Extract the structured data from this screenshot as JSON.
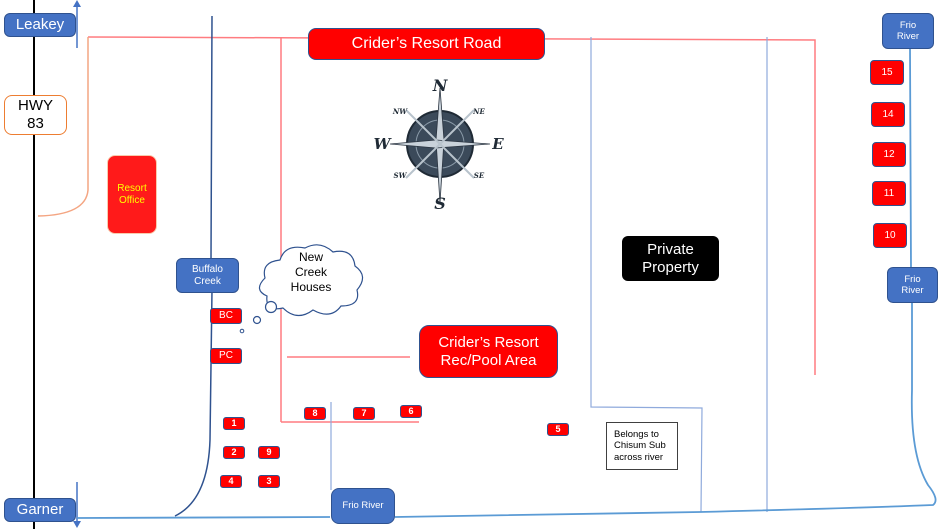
{
  "map": {
    "title": "Crider's Resort Area Map",
    "colors": {
      "road": "#ff7c80",
      "river": "#5b9bd5",
      "creek": "#2f528f",
      "highway": "#000000",
      "label_blue": "#4472c4",
      "label_red": "#ff0000",
      "office_text": "#ffff00"
    }
  },
  "places": {
    "leakey": "Leakey",
    "garner": "Garner",
    "hwy": [
      "HWY",
      "83"
    ],
    "resort_office": [
      "Resort",
      "Office"
    ],
    "road_label": "Crider’s Resort Road",
    "buffalo_creek": [
      "Buffalo",
      "Creek"
    ],
    "new_creek_houses": [
      "New",
      "Creek",
      "Houses"
    ],
    "rec_pool": [
      "Crider’s Resort",
      "Rec/Pool Area"
    ],
    "private_property": [
      "Private",
      "Property"
    ],
    "chisum_note": [
      "Belongs to",
      "Chisum Sub",
      "across river"
    ],
    "frio_river_top": [
      "Frio",
      "River"
    ],
    "frio_river_mid": [
      "Frio",
      "River"
    ],
    "frio_river_bottom": "Frio River"
  },
  "compass": {
    "icon": "compass-rose-icon",
    "labels": {
      "n": "N",
      "s": "S",
      "e": "E",
      "w": "W",
      "ne": "NE",
      "nw": "NW",
      "se": "SE",
      "sw": "SW"
    }
  },
  "lots": {
    "bc": "BC",
    "pc": "PC",
    "l1": "1",
    "l2": "2",
    "l3": "3",
    "l4": "4",
    "l5": "5",
    "l6": "6",
    "l7": "7",
    "l8": "8",
    "l9": "9",
    "l10": "10",
    "l11": "11",
    "l12": "12",
    "l14": "14",
    "l15": "15"
  }
}
